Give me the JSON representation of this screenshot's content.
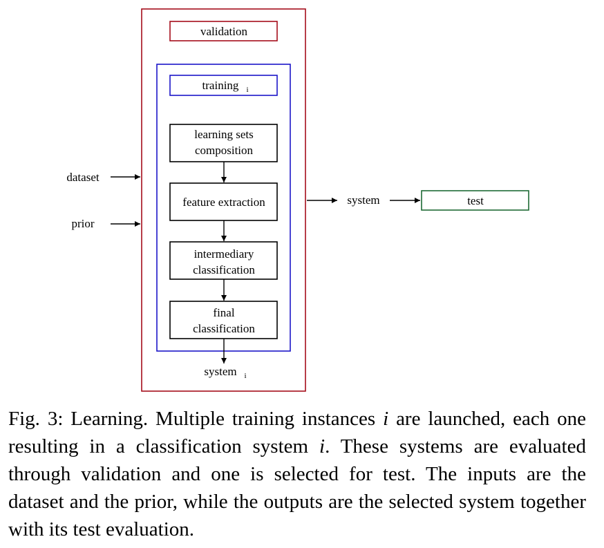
{
  "diagram": {
    "validation_label": "validation",
    "training_label": "training",
    "training_sub": "i",
    "steps": [
      {
        "line1": "learning sets",
        "line2": "composition"
      },
      {
        "line1": "feature extraction"
      },
      {
        "line1": "intermediary",
        "line2": "classification"
      },
      {
        "line1": "final",
        "line2": "classification"
      }
    ],
    "system_i_label": "system",
    "system_i_sub": "i",
    "inputs": [
      "dataset",
      "prior"
    ],
    "system_label": "system",
    "test_label": "test",
    "colors": {
      "validation": "#a50d1a",
      "training": "#1a14c8",
      "test": "#1e6b35",
      "box": "#000000"
    }
  },
  "caption": {
    "lead": "Fig. 3: Learning. Multiple training instances",
    "var_i": "i",
    "mid1": "are launched, each one resulting in a classification system",
    "mid2": ". These systems are evaluated through validation and one is selected for test. The inputs are the dataset and the prior, while the outputs are the selected system together with its test evaluation."
  }
}
